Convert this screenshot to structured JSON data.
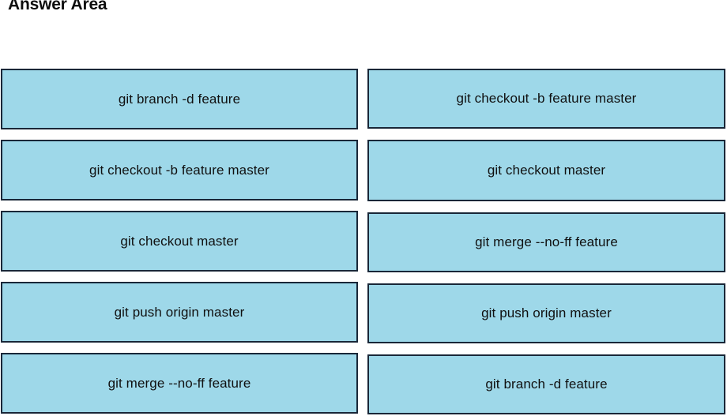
{
  "page": {
    "title": "Answer Area",
    "background_color": "#ffffff"
  },
  "theme": {
    "tile_fill": "#9ed8e9",
    "tile_border": "#192738",
    "text_color": "#101010"
  },
  "columns": [
    {
      "id": "source-list",
      "name": "left-column",
      "tiles": [
        {
          "label": "git branch -d feature"
        },
        {
          "label": "git checkout -b feature master"
        },
        {
          "label": "git checkout master"
        },
        {
          "label": "git push origin master"
        },
        {
          "label": "git merge --no-ff feature"
        }
      ]
    },
    {
      "id": "answer-list",
      "name": "right-column",
      "tiles": [
        {
          "label": "git checkout -b feature master"
        },
        {
          "label": "git checkout master"
        },
        {
          "label": "git merge --no-ff feature"
        },
        {
          "label": "git push origin master"
        },
        {
          "label": "git branch -d feature"
        }
      ]
    }
  ]
}
